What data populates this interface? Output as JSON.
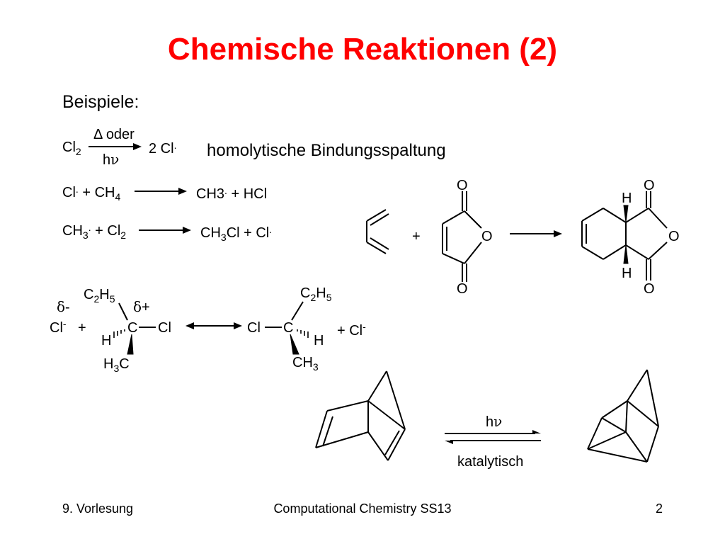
{
  "slide": {
    "title": "Chemische Reaktionen (2)",
    "subtitle": "Beispiele:"
  },
  "reaction1": {
    "reactant": "Cl",
    "reactant_sub": "2",
    "above": "Δ oder",
    "below_h": "h",
    "below_nu": "ν",
    "product": "2 Cl",
    "product_sup": ".",
    "description": "homolytische Bindungsspaltung"
  },
  "reaction2": {
    "r1": "Cl",
    "r1_sup": ".",
    "r2": " + CH",
    "r2_sub": "4",
    "p1": "CH3",
    "p1_sup": ".",
    "p2": " + HCl"
  },
  "reaction3": {
    "r1": "CH",
    "r1_sub": "3",
    "r1_sup": ".",
    "r2": " + Cl",
    "r2_sub": "2",
    "p1": "CH",
    "p1_sub": "3",
    "p2": "Cl + Cl",
    "p2_sup": "."
  },
  "diels_alder": {
    "plus": "+",
    "o_top": "O",
    "o_ring": "O",
    "o_bottom": "O",
    "prod_o_top": "O",
    "prod_o_ring": "O",
    "prod_o_bottom": "O",
    "prod_h_top": "H",
    "prod_h_bottom": "H"
  },
  "sn2": {
    "delta_minus": "δ",
    "delta_minus_sign": "-",
    "delta_plus": "δ",
    "delta_plus_sign": "+",
    "cl_ion": "Cl",
    "cl_ion_sup": "-",
    "plus1": "+",
    "c2h5_left": "C",
    "c2h5_left_sub1": "2",
    "c2h5_left_h": "H",
    "c2h5_left_sub2": "5",
    "c_left": "C",
    "cl_left": "Cl",
    "h_left": "H",
    "h3c_h": "H",
    "h3c_sub": "3",
    "h3c_c": "C",
    "cl_right": "Cl",
    "c_right": "C",
    "h_right": "H",
    "c2h5_right": "C",
    "c2h5_right_sub1": "2",
    "c2h5_right_h": "H",
    "c2h5_right_sub2": "5",
    "ch3_right": "CH",
    "ch3_right_sub": "3",
    "plus2": "+ Cl",
    "cl_ion2_sup": "-"
  },
  "photo": {
    "above_h": "h",
    "above_nu": "ν",
    "below": "katalytisch"
  },
  "footer": {
    "left": "9. Vorlesung",
    "center": "Computational Chemistry SS13",
    "right": "2"
  },
  "colors": {
    "title": "#ff0000",
    "text": "#000000",
    "background": "#ffffff"
  }
}
